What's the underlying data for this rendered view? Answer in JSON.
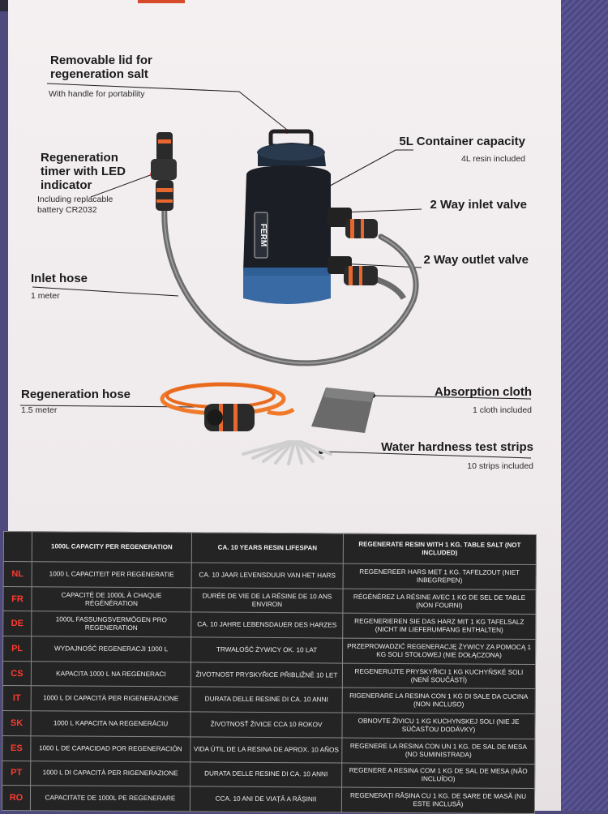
{
  "callouts": {
    "lid": {
      "title": "Removable lid for regeneration salt",
      "sub": "With handle for portability"
    },
    "timer": {
      "title": "Regeneration timer with LED indicator",
      "sub": "Including replacable battery CR2032"
    },
    "container": {
      "title": "5L Container capacity",
      "sub": "4L resin included"
    },
    "inlet_valve": {
      "title": "2 Way inlet valve"
    },
    "outlet_valve": {
      "title": "2 Way outlet valve"
    },
    "inlet_hose": {
      "title": "Inlet hose",
      "sub": "1 meter"
    },
    "regen_hose": {
      "title": "Regeneration hose",
      "sub": "1.5 meter"
    },
    "cloth": {
      "title": "Absorption cloth",
      "sub": "1 cloth included"
    },
    "strips": {
      "title": "Water hardness test strips",
      "sub": "10 strips included"
    }
  },
  "brand_on_product": "FERM",
  "colors": {
    "accent": "#ff3b2f",
    "hose_orange": "#f07a2a",
    "product_blue": "#2f5f95"
  },
  "table": {
    "headers": [
      "1000L CAPACITY PER REGENERATION",
      "CA. 10 YEARS RESIN LIFESPAN",
      "REGENERATE RESIN WITH 1 KG. TABLE SALT (NOT INCLUDED)"
    ],
    "rows": [
      {
        "lang": "NL",
        "c1": "1000 L CAPACITEIT PER REGENERATIE",
        "c2": "CA. 10 JAAR LEVENSDUUR VAN HET HARS",
        "c3": "REGENEREER HARS MET 1 KG. TAFELZOUT (NIET INBEGREPEN)"
      },
      {
        "lang": "FR",
        "c1": "CAPACITÉ DE 1000L À CHAQUE RÉGÉNÉRATION",
        "c2": "DURÉE DE VIE DE LA RÉSINE DE 10 ANS ENVIRON",
        "c3": "RÉGÉNÉREZ LA RÉSINE AVEC 1 KG DE SEL DE TABLE (NON FOURNI)"
      },
      {
        "lang": "DE",
        "c1": "1000L FASSUNGSVERMÖGEN PRO REGENERATION",
        "c2": "CA. 10 JAHRE LEBENSDAUER DES HARZES",
        "c3": "REGENERIEREN SIE DAS HARZ MIT 1 KG TAFELSALZ (NICHT IM LIEFERUMFANG ENTHALTEN)"
      },
      {
        "lang": "PL",
        "c1": "WYDAJNOŚĆ REGENERACJI 1000 L",
        "c2": "TRWAŁOŚĆ ŻYWICY OK. 10 LAT",
        "c3": "PRZEPROWADZIĆ REGENERACJĘ ŻYWICY ZA POMOCĄ 1 KG SOLI STOŁOWEJ (NIE DOŁĄCZONA)"
      },
      {
        "lang": "CS",
        "c1": "KAPACITA 1000 L NA REGENERACI",
        "c2": "ŽIVOTNOST PRYSKYŘICE PŘIBLIŽNĚ 10 LET",
        "c3": "REGENERUJTE PRYSKYŘICI 1 KG KUCHYŇSKÉ SOLI (NENÍ SOUČÁSTÍ)"
      },
      {
        "lang": "IT",
        "c1": "1000 L DI CAPACITÀ PER RIGENERAZIONE",
        "c2": "DURATA DELLE RESINE DI CA. 10 ANNI",
        "c3": "RIGENERARE LA RESINA CON 1 KG DI SALE DA CUCINA (NON INCLUSO)"
      },
      {
        "lang": "SK",
        "c1": "1000 L KAPACITA NA REGENERÁCIU",
        "c2": "ŽIVOTNOSŤ ŽIVICE CCA 10 ROKOV",
        "c3": "OBNOVTE ŽIVICU 1 KG KUCHYNSKEJ SOLI (NIE JE SÚČASŤOU DODÁVKY)"
      },
      {
        "lang": "ES",
        "c1": "1000 L DE CAPACIDAD POR REGENERACIÓN",
        "c2": "VIDA ÚTIL DE LA RESINA DE APROX. 10 AÑOS",
        "c3": "REGENERE LA RESINA CON UN 1 KG. DE SAL DE MESA (NO SUMINISTRADA)"
      },
      {
        "lang": "PT",
        "c1": "1000 L DI CAPACITÀ PER RIGENERAZIONE",
        "c2": "DURATA DELLE RESINE DI CA. 10 ANNI",
        "c3": "REGENERE A RESINA COM 1 KG DE SAL DE MESA (NÃO INCLUÍDO)"
      },
      {
        "lang": "RO",
        "c1": "CAPACITATE DE 1000L PE REGENERARE",
        "c2": "CCA. 10 ANI DE VIAȚĂ A RĂȘINII",
        "c3": "REGENERAȚI RĂȘINA CU 1 KG. DE SARE DE MASĂ (NU ESTE INCLUSĂ)"
      }
    ]
  }
}
